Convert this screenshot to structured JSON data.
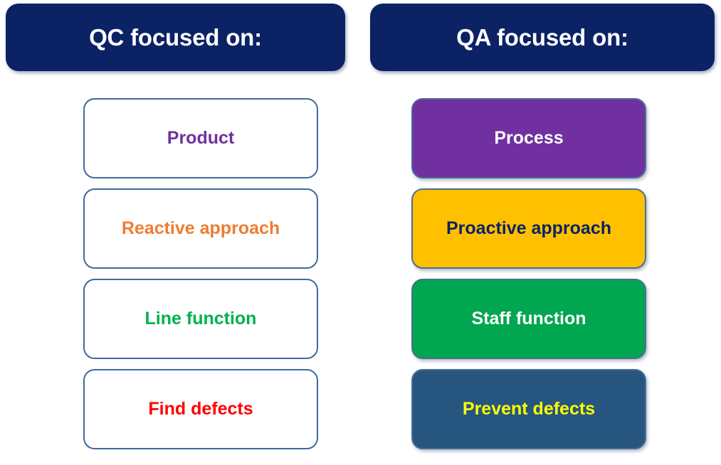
{
  "headers": {
    "left": {
      "title": "QC focused on:",
      "bg": "#0b2265",
      "text_color": "#ffffff"
    },
    "right": {
      "title": "QA focused on:",
      "bg": "#0b2265",
      "text_color": "#ffffff"
    }
  },
  "columns": {
    "left": {
      "items": [
        {
          "label": "Product",
          "bg": "#ffffff",
          "text_color": "#7030a0",
          "border": "#3d6a9e"
        },
        {
          "label": "Reactive approach",
          "bg": "#ffffff",
          "text_color": "#ed7d31",
          "border": "#3d6a9e"
        },
        {
          "label": "Line function",
          "bg": "#ffffff",
          "text_color": "#00b050",
          "border": "#3d6a9e"
        },
        {
          "label": "Find defects",
          "bg": "#ffffff",
          "text_color": "#ff0000",
          "border": "#3d6a9e"
        }
      ]
    },
    "right": {
      "items": [
        {
          "label": "Process",
          "bg": "#7030a0",
          "text_color": "#ffffff",
          "border": "#4a6e96"
        },
        {
          "label": "Proactive approach",
          "bg": "#ffc000",
          "text_color": "#0b2265",
          "border": "#4a6e96"
        },
        {
          "label": "Staff function",
          "bg": "#00a650",
          "text_color": "#ffffff",
          "border": "#4a6e96"
        },
        {
          "label": "Prevent defects",
          "bg": "#26567f",
          "text_color": "#ffff00",
          "border": "#4a6e96"
        }
      ]
    }
  }
}
